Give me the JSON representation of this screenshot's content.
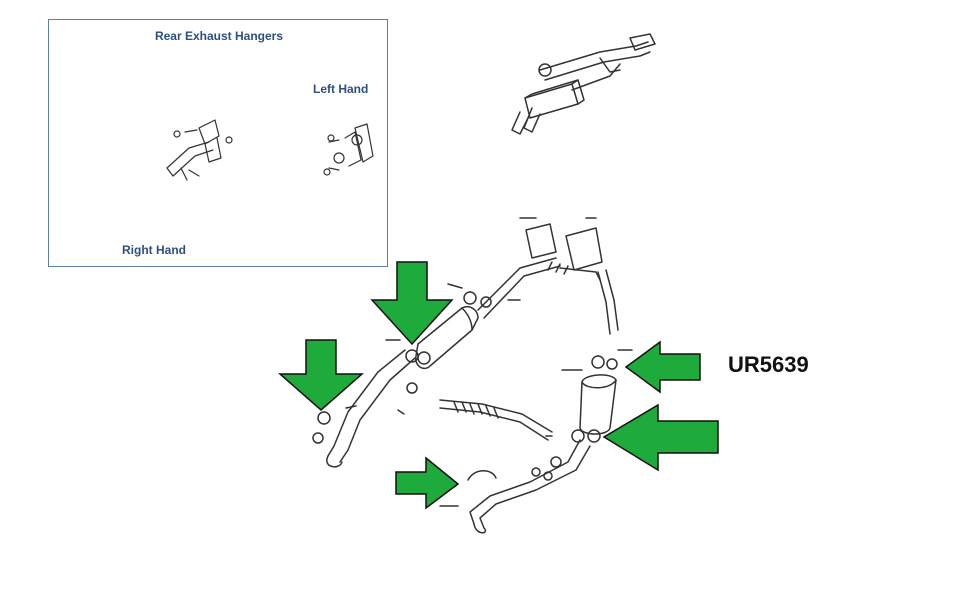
{
  "inset": {
    "title": "Rear Exhaust Hangers",
    "left_hand_label": "Left Hand",
    "right_hand_label": "Right Hand"
  },
  "part_number": "UR5639",
  "colors": {
    "arrow_fill": "#1faa3c",
    "arrow_stroke": "#111111",
    "label_blue": "#2d4f80",
    "frame_blue": "#5b7fa8",
    "line_art": "#333333"
  },
  "arrows": [
    {
      "direction": "down",
      "target": "front-left-hanger"
    },
    {
      "direction": "down",
      "target": "center-hanger"
    },
    {
      "direction": "left",
      "target": "rear-upper-hanger"
    },
    {
      "direction": "left",
      "target": "rear-lower-hanger"
    },
    {
      "direction": "right",
      "target": "lower-pipe-hanger"
    }
  ]
}
